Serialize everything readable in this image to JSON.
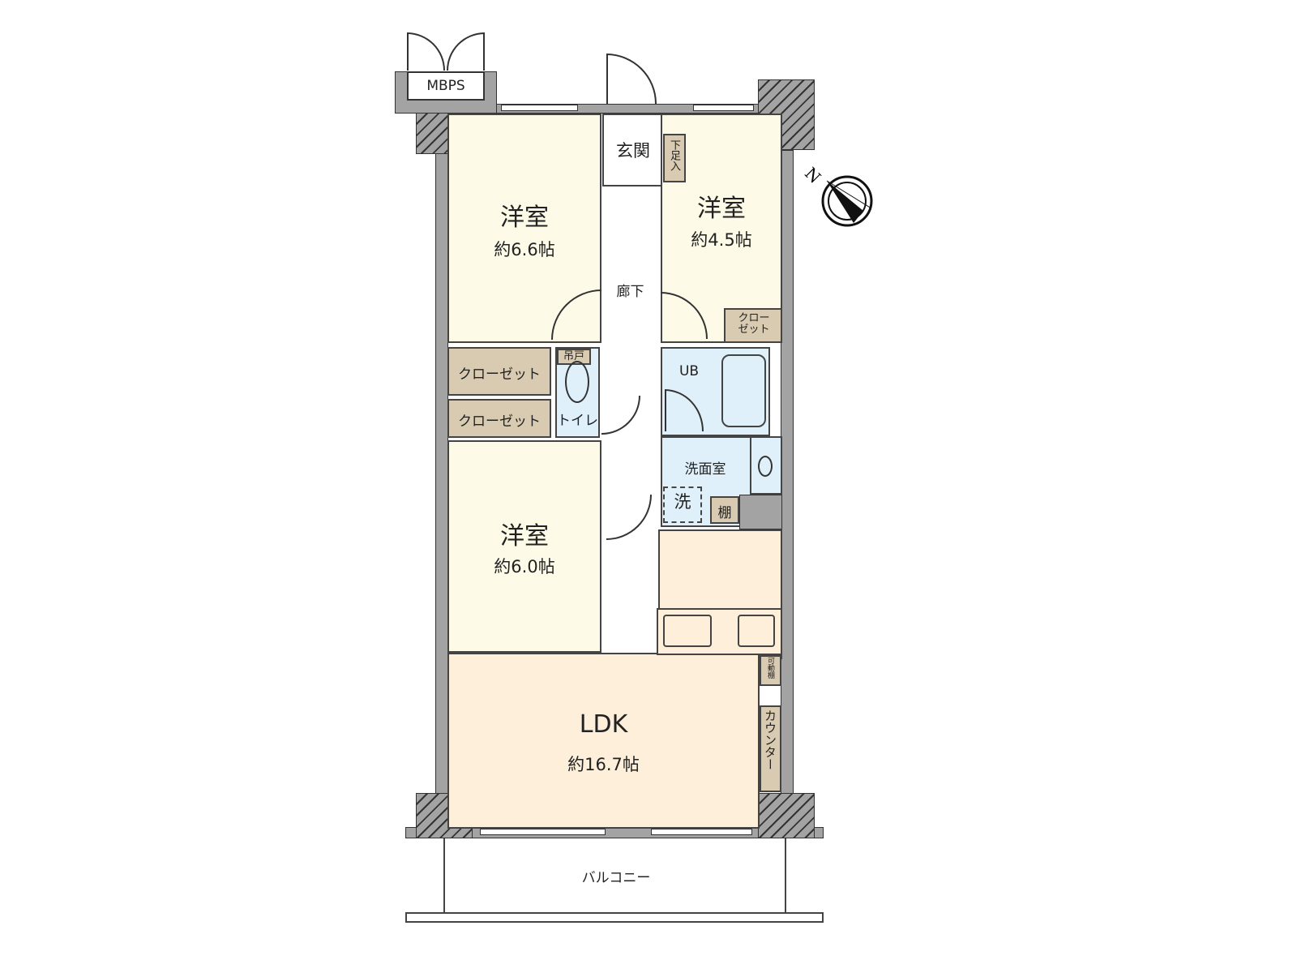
{
  "rooms": {
    "western_1": {
      "name": "洋室",
      "size": "約6.6帖"
    },
    "western_2": {
      "name": "洋室",
      "size": "約4.5帖"
    },
    "western_3": {
      "name": "洋室",
      "size": "約6.0帖"
    },
    "ldk": {
      "name": "LDK",
      "size": "約16.7帖"
    },
    "entrance": "玄関",
    "shoe_storage": "下足入",
    "hallway": "廊下",
    "closet_small": "クローゼット",
    "closet_1": "クローゼット",
    "closet_2": "クローゼット",
    "toilet": "トイレ",
    "toilet_cabinet": "吊戸",
    "bath": "UB",
    "washroom": "洗面室",
    "washer": "洗",
    "shelf": "棚",
    "movable_shelf": "可動棚",
    "counter": "カウンター",
    "balcony": "バルコニー",
    "mbps": "MBPS"
  },
  "compass": {
    "label": "N",
    "icon": "compass-north-icon"
  },
  "colors": {
    "wall": "#a3a3a3",
    "room": "#fdfbe8",
    "ldk": "#fdefd9",
    "wet": "#dff0fb",
    "closet": "#d8cbb1"
  }
}
